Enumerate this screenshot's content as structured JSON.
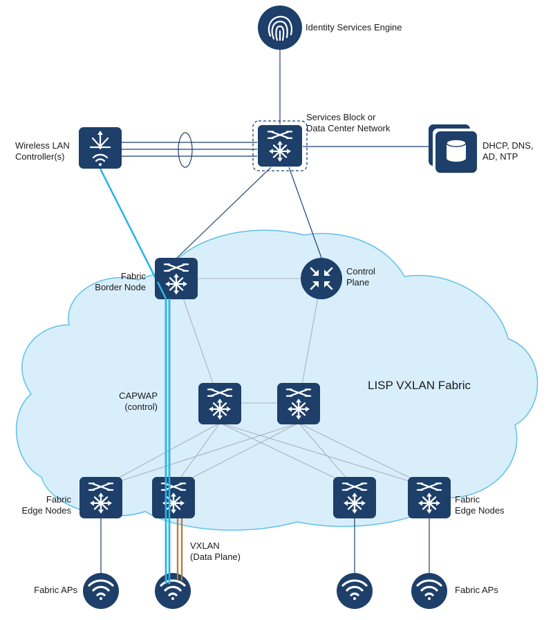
{
  "labels": {
    "ise": "Identity Services Engine",
    "services_block": [
      "Services Block or",
      "Data Center Network"
    ],
    "wlc": [
      "Wireless LAN",
      "Controller(s)"
    ],
    "dhcp": [
      "DHCP, DNS,",
      "AD, NTP"
    ],
    "border": [
      "Fabric",
      "Border Node"
    ],
    "control": [
      "Control",
      "Plane"
    ],
    "fabric": "LISP VXLAN Fabric",
    "capwap": [
      "CAPWAP",
      "(control)"
    ],
    "edge_left": [
      "Fabric",
      "Edge Nodes"
    ],
    "edge_right": [
      "Fabric",
      "Edge Nodes"
    ],
    "vxlan": [
      "VXLAN",
      "(Data Plane)"
    ],
    "aps_left": "Fabric APs",
    "aps_right": "Fabric APs"
  },
  "colors": {
    "node": "#1d3f69",
    "cloud_fill": "#d9eefb",
    "cloud_stroke": "#5fc0e8",
    "capwap": "#29b6e6",
    "vxlan": "#b87a3a",
    "link_dark": "#1d3f69",
    "link_light": "#a8b2bd"
  },
  "icons": {
    "ise": "fingerprint-icon",
    "switch": "layer3-switch-icon",
    "wlc": "wireless-controller-icon",
    "server": "database-server-icon",
    "control_plane": "control-plane-router-icon",
    "ap": "wifi-access-point-icon"
  }
}
